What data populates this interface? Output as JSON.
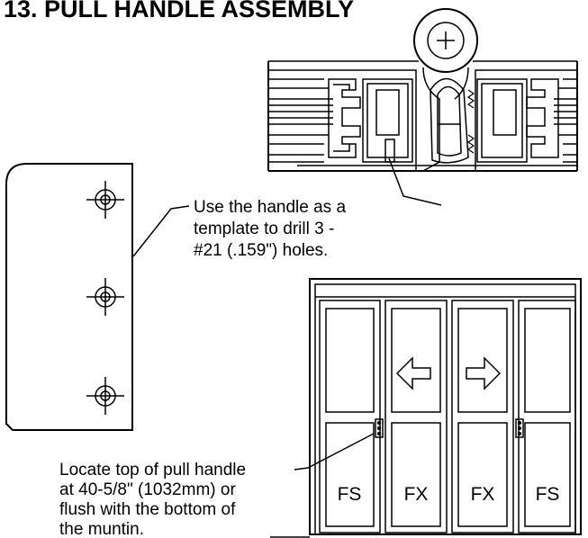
{
  "title": "13. PULL HANDLE ASSEMBLY",
  "template_note": {
    "line1": "Use the handle as a",
    "line2": "template to drill 3 -",
    "line3": "#21 (.159\") holes."
  },
  "locate_note": {
    "line1": "Locate top of pull handle",
    "line2": "at 40-5/8\" (1032mm) or",
    "line3": "flush with the bottom of",
    "line4": "the muntin."
  },
  "panels": [
    {
      "label": "FS"
    },
    {
      "label": "FX"
    },
    {
      "label": "FX"
    },
    {
      "label": "FS"
    }
  ],
  "icons": [
    "arrow-left-icon",
    "arrow-right-icon",
    "plus-icon"
  ],
  "colors": {
    "ink": "#000000",
    "paper": "#ffffff"
  }
}
